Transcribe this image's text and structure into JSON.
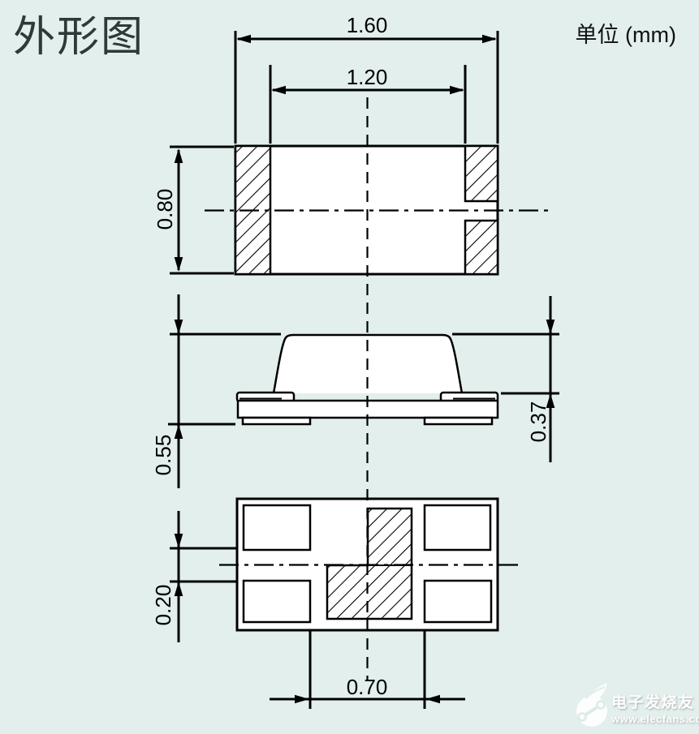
{
  "header": {
    "title": "外形图",
    "unit_label": "单位 (mm)"
  },
  "drawing": {
    "unit": "mm",
    "dimensions": {
      "top_view": {
        "overall_length_mm": "1.60",
        "inner_length_mm": "1.20",
        "overall_width_mm": "0.80"
      },
      "side_view": {
        "overall_height_mm": "0.55",
        "body_height_mm": "0.37"
      },
      "bottom_view": {
        "pad_gap_mm": "0.20",
        "pad_inner_span_mm": "0.70"
      }
    },
    "colors": {
      "background": "#e2efec",
      "line": "#000000",
      "fill": "#ffffff",
      "title": "#2f3a37"
    }
  },
  "watermark": {
    "brand": "电子发烧友",
    "url": "www.elecfans.com"
  }
}
